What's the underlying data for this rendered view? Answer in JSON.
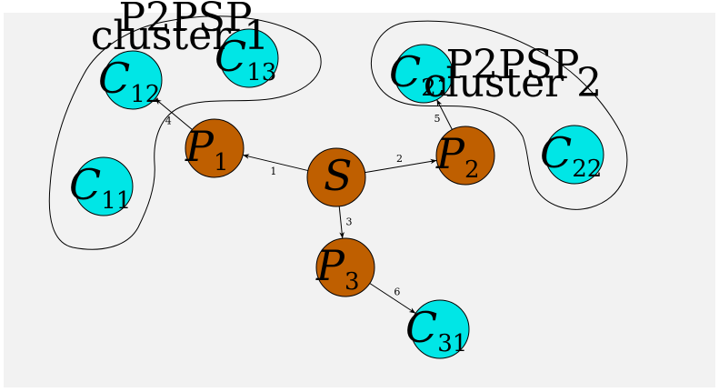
{
  "colors": {
    "background": "#f2f2f2",
    "peer_fill": "#bf5f00",
    "client_fill": "#00e6e6",
    "stroke": "#000000"
  },
  "clusters": [
    {
      "id": "cluster1",
      "title_line1": "P2PSP",
      "title_line2": "cluster 1"
    },
    {
      "id": "cluster2",
      "title_line1": "P2PSP",
      "title_line2": "cluster 2"
    }
  ],
  "nodes": {
    "S": {
      "letter": "S",
      "sub": "",
      "kind": "peer"
    },
    "P1": {
      "letter": "P",
      "sub": "1",
      "kind": "peer"
    },
    "P2": {
      "letter": "P",
      "sub": "2",
      "kind": "peer"
    },
    "P3": {
      "letter": "P",
      "sub": "3",
      "kind": "peer"
    },
    "C11": {
      "letter": "C",
      "sub": "11",
      "kind": "client"
    },
    "C12": {
      "letter": "C",
      "sub": "12",
      "kind": "client"
    },
    "C13": {
      "letter": "C",
      "sub": "13",
      "kind": "client"
    },
    "C21": {
      "letter": "C",
      "sub": "21",
      "kind": "client"
    },
    "C22": {
      "letter": "C",
      "sub": "22",
      "kind": "client"
    },
    "C31": {
      "letter": "C",
      "sub": "31",
      "kind": "client"
    }
  },
  "edges": [
    {
      "from": "S",
      "to": "P1",
      "label": "1"
    },
    {
      "from": "S",
      "to": "P2",
      "label": "2"
    },
    {
      "from": "S",
      "to": "P3",
      "label": "3"
    },
    {
      "from": "P1",
      "to": "C12",
      "label": "4"
    },
    {
      "from": "P2",
      "to": "C21",
      "label": "5"
    },
    {
      "from": "P3",
      "to": "C31",
      "label": "6"
    }
  ]
}
